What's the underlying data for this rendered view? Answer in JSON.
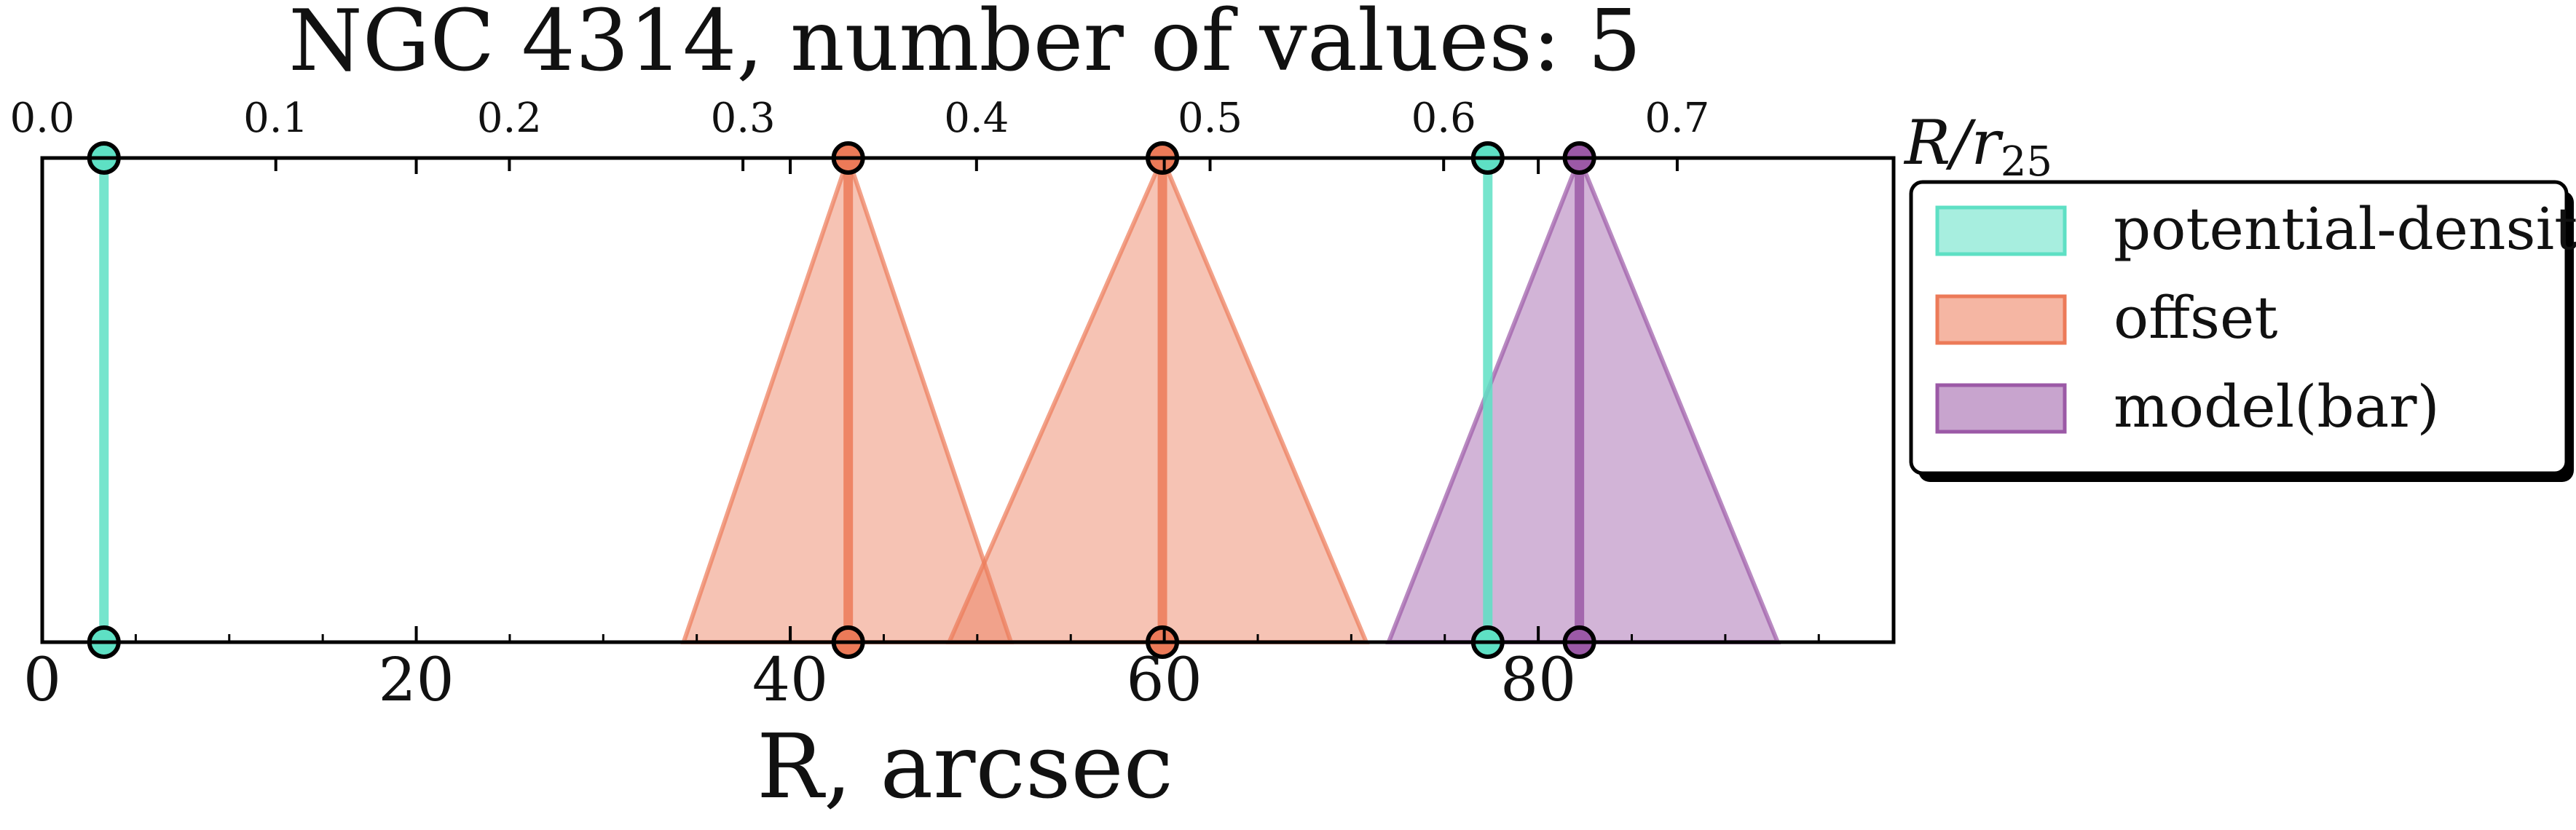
{
  "chart_data": {
    "type": "line",
    "title": "NGC 4314, number of values: 5",
    "xlabel": "R, arcsec",
    "xlim": [
      0,
      99
    ],
    "x_ticks": [
      0,
      20,
      40,
      60,
      80
    ],
    "top_axis": {
      "label": "R/r25",
      "ticks": [
        "0.0",
        "0.1",
        "0.2",
        "0.3",
        "0.4",
        "0.5",
        "0.6",
        "0.7"
      ],
      "tick_values": [
        0.0,
        0.1,
        0.2,
        0.3,
        0.4,
        0.5,
        0.6,
        0.7
      ],
      "scale_arcsec_per_unit": 124.9
    },
    "grid": false,
    "legend_position": "right",
    "series": [
      {
        "name": "potential-density",
        "color": "#5ee0c4",
        "values": [
          {
            "r": 3.3,
            "left": 3.3,
            "right": 3.3
          },
          {
            "r": 77.3,
            "left": 77.3,
            "right": 77.3
          }
        ]
      },
      {
        "name": "offset",
        "color": "#ec7a58",
        "values": [
          {
            "r": 43.1,
            "left": 34.3,
            "right": 51.8
          },
          {
            "r": 59.9,
            "left": 48.5,
            "right": 70.8
          }
        ]
      },
      {
        "name": "model(bar)",
        "color": "#9b59a6",
        "values": [
          {
            "r": 82.2,
            "left": 72.0,
            "right": 92.8
          }
        ]
      }
    ]
  }
}
